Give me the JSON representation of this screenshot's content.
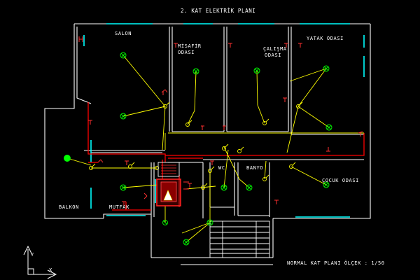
{
  "drawing": {
    "title": "2. KAT ELEKTRİK PLANI",
    "scale_note": "NORMAL KAT PLANI ÖLÇEK : 1/50"
  },
  "rooms": {
    "salon": "SALON",
    "misafir_1": "MİSAFİR",
    "misafir_2": "ODASI",
    "calisma_1": "ÇALIŞMA",
    "calisma_2": "ODASI",
    "yatak": "YATAK ODASI",
    "cocuk": "ÇOCUK ODASI",
    "balkon": "BALKON",
    "mutfak": "MUTFAK",
    "wc": "WC",
    "banyo": "BANYO"
  },
  "ucs": {
    "y_label": "Y",
    "x_label": "X"
  },
  "colors": {
    "background": "#000000",
    "wall": "#ffffff",
    "window": "#00ffff",
    "circuit_main": "#ff0000",
    "circuit_secondary": "#ffff00",
    "fixture": "#00ff00",
    "switch": "#ff3030",
    "panel": "#ff2020"
  }
}
